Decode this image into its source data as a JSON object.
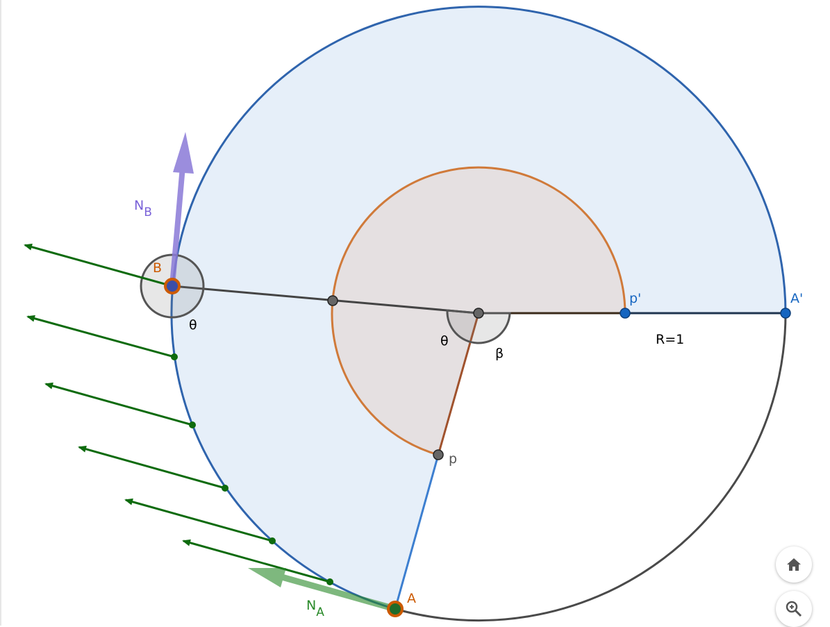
{
  "labels": {
    "B": "B",
    "A": "A",
    "p": "p",
    "p_prime": "p'",
    "A_prime": "A'",
    "theta_B": "θ",
    "theta_center": "θ",
    "beta": "β",
    "radius": "R=1",
    "NB_main": "N",
    "NB_sub": "B",
    "NA_main": "N",
    "NA_sub": "A"
  },
  "colors": {
    "outer_circle": "#2f64ad",
    "outer_fill": "#e6eff9",
    "inner_arc": "#d07a3a",
    "inner_fill": "#e5e0e1",
    "green": "#0e6b0e",
    "purple": "#8a7ad8",
    "orange": "#cc5a00"
  },
  "controls": {
    "home": "home-icon",
    "zoom": "zoom-in-icon"
  }
}
